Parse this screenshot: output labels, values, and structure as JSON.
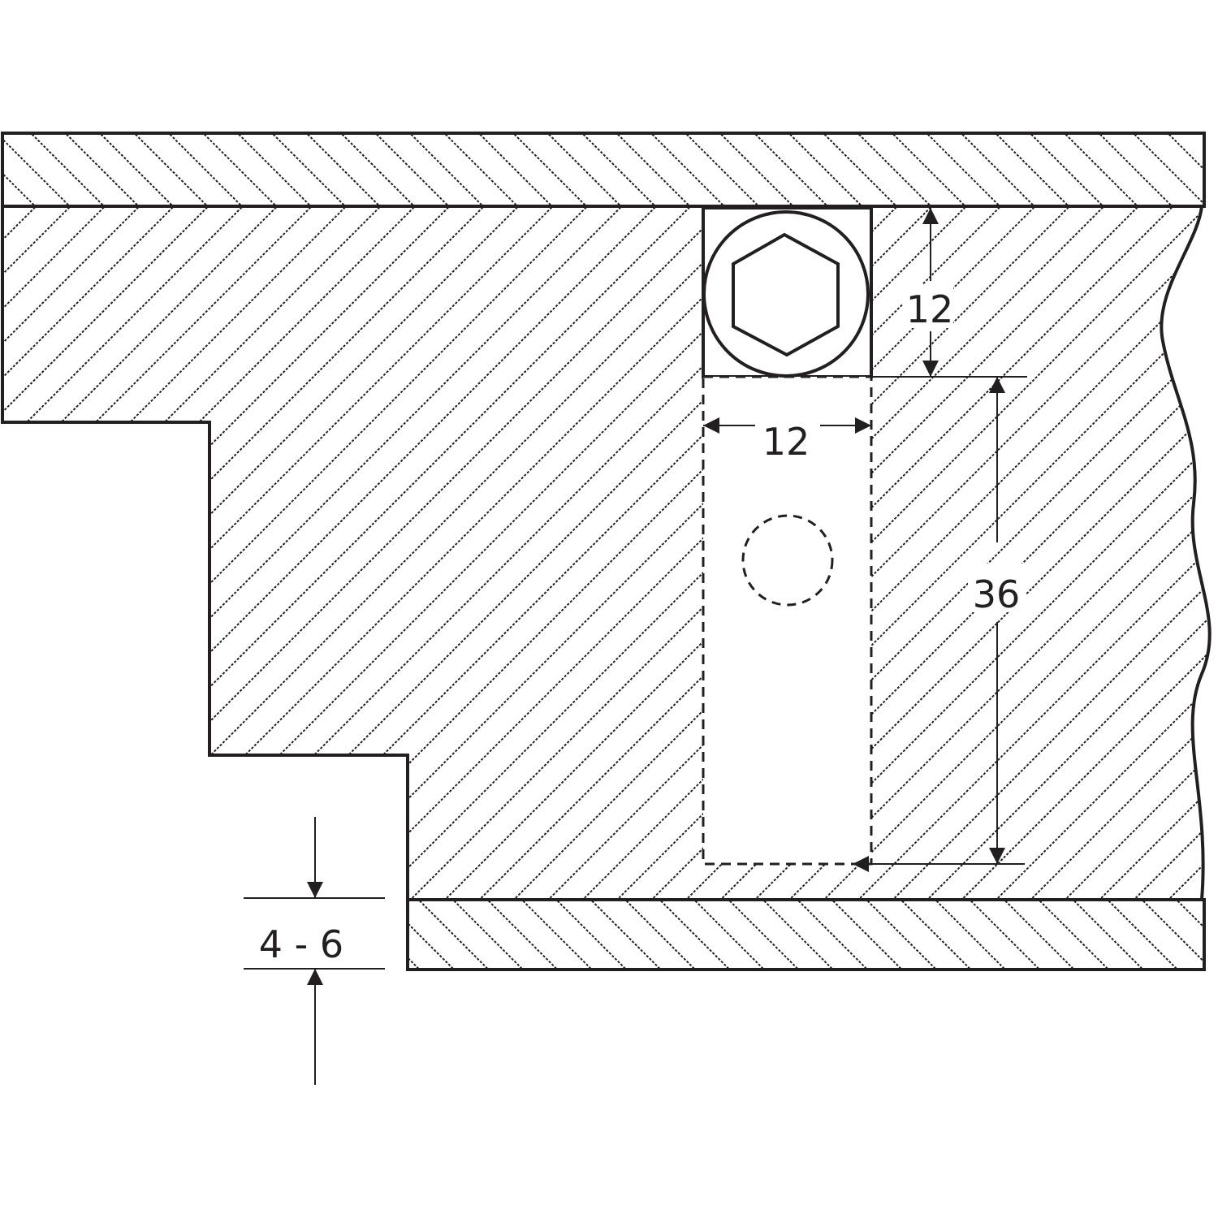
{
  "drawing": {
    "ink_color": "#231f20",
    "background_color": "#ffffff",
    "dimensions": {
      "bore_depth_top": "12",
      "bore_width": "12",
      "slot_length": "36",
      "board_gap": "4 - 6"
    },
    "icons": {
      "bolt_head": "hex-socket-bolt-icon",
      "pin_position": "dashed-circle-icon"
    }
  }
}
